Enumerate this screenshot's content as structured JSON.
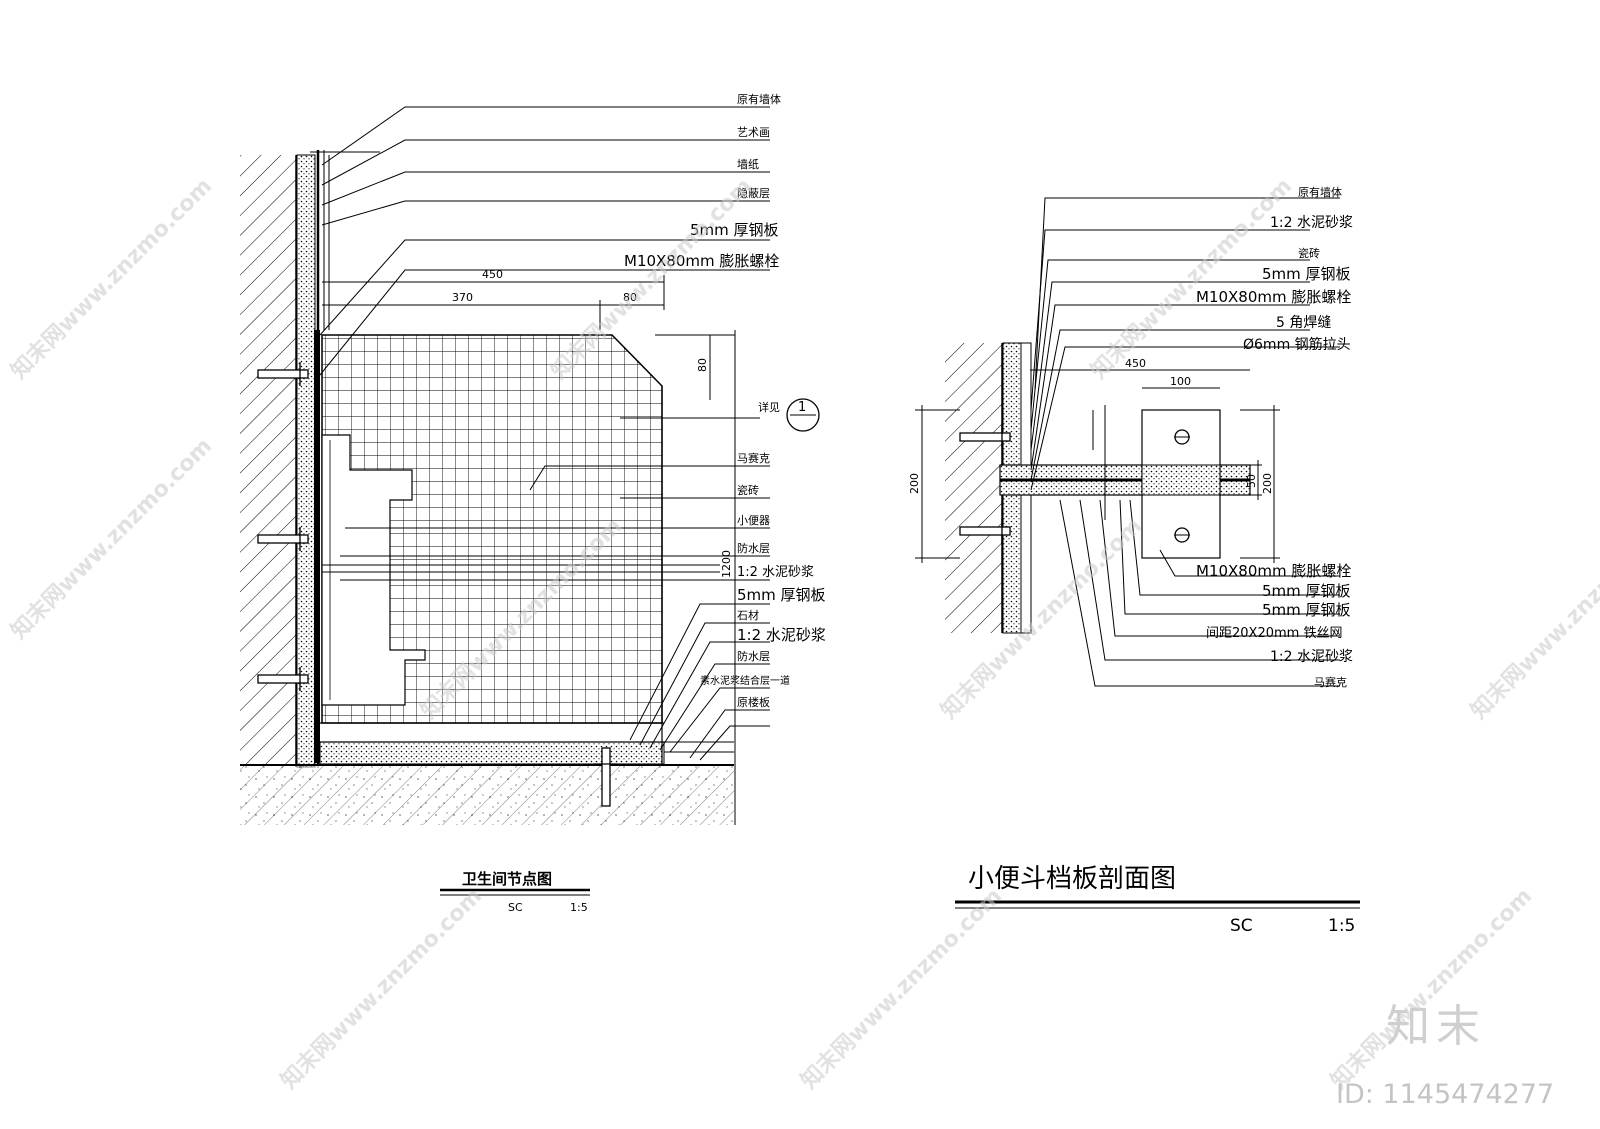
{
  "left_detail": {
    "labels": [
      "原有墙体",
      "艺术画",
      "墙纸",
      "隐蔽层",
      "5mm 厚钢板",
      "M10X80mm 膨胀螺栓",
      "马赛克",
      "瓷砖",
      "小便器",
      "防水层",
      "1:2 水泥砂浆",
      "5mm 厚钢板",
      "石材",
      "1:2 水泥砂浆",
      "防水层",
      "素水泥浆结合层一道",
      "原楼板"
    ],
    "dims": [
      "450",
      "370",
      "80",
      "80",
      "1200"
    ],
    "detail_ref": "详见",
    "detail_num": "1",
    "title": "卫生间节点图",
    "scale_code": "SC",
    "scale": "1:5"
  },
  "right_detail": {
    "labels": [
      "原有墙体",
      "1:2 水泥砂浆",
      "瓷砖",
      "5mm 厚钢板",
      "M10X80mm 膨胀螺栓",
      "5 角焊缝",
      "Ø6mm 钢筋拉头",
      "M10X80mm 膨胀螺栓",
      "5mm 厚钢板",
      "5mm 厚钢板",
      "间距20X20mm 铁丝网",
      "1:2 水泥砂浆",
      "马赛克"
    ],
    "dims": [
      "450",
      "100",
      "200",
      "50",
      "200"
    ],
    "title": "小便斗档板剖面图",
    "scale_code": "SC",
    "scale": "1:5"
  },
  "watermark": {
    "site": "知末网www.znzmo.com"
  },
  "brand": "知末",
  "asset_id": "ID: 1145474277"
}
